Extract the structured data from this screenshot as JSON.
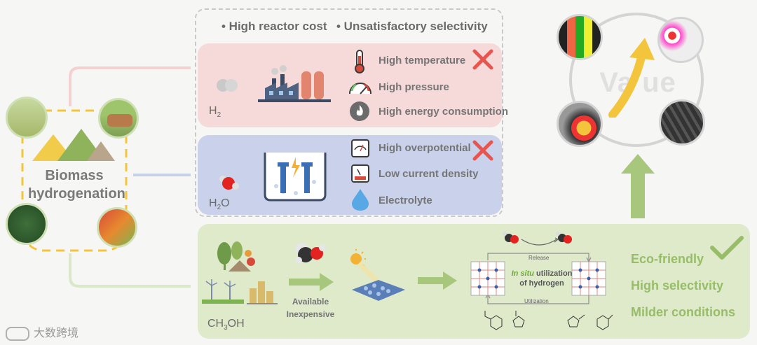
{
  "top_issues": [
    "• High reactor cost",
    "• Unsatisfactory selectivity"
  ],
  "thermal": {
    "formula": "H",
    "sub": "2",
    "items": [
      "High temperature",
      "High pressure",
      "High energy consumption"
    ]
  },
  "electro": {
    "formula": "H",
    "sub": "2",
    "formula_tail": "O",
    "items": [
      "High overpotential",
      "Low current density",
      "Electrolyte"
    ]
  },
  "biomass": {
    "line1": "Biomass",
    "line2": "hydrogenation"
  },
  "green": {
    "formula": "CH",
    "sub": "3",
    "formula_tail": "OH",
    "arrow_labels": [
      "Available",
      "Inexpensive"
    ],
    "release": "Release",
    "utilization": "Utilization",
    "insitu_italic": "In situ",
    "insitu_rest": " utilization",
    "insitu_line2": "of hydrogen",
    "benefits": [
      "Eco-friendly",
      "High selectivity",
      "Milder conditions"
    ]
  },
  "value_word": "Va ue",
  "watermark": "大数跨境",
  "colors": {
    "pink": "#f6dada",
    "blue": "#c9d2ea",
    "green": "#dfeacb",
    "accent_green": "#98bd68",
    "cross": "#e8554e",
    "yellow": "#f3c53c"
  }
}
